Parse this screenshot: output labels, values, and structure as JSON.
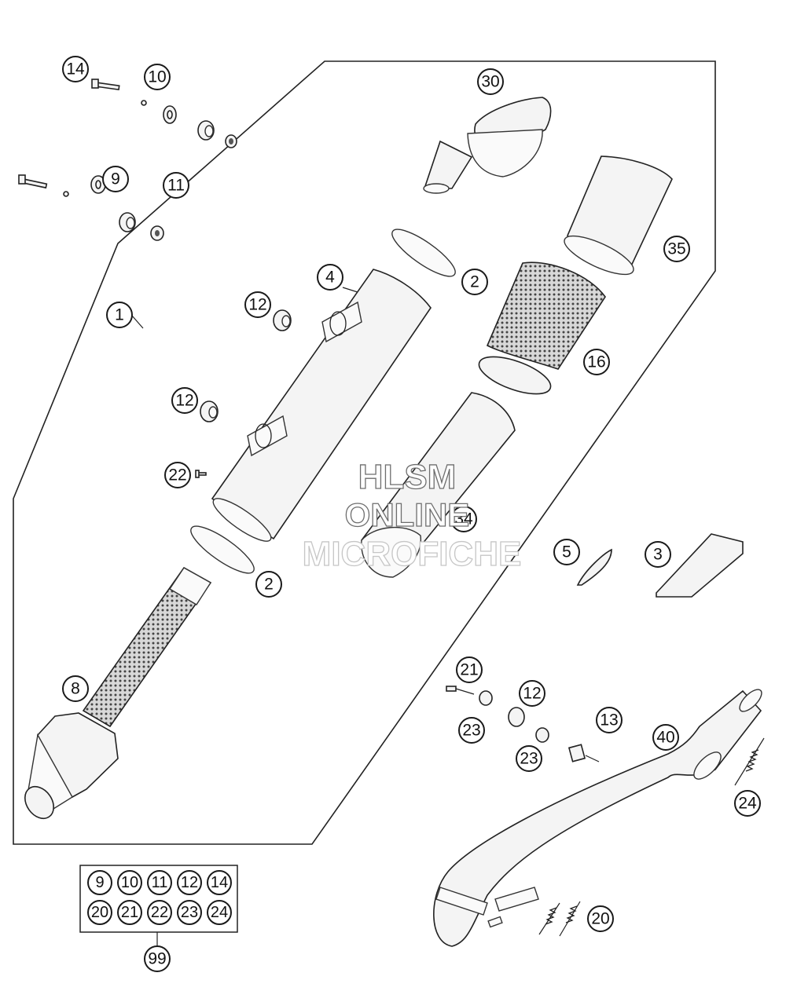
{
  "watermark": {
    "line1": "HLSM",
    "line2": "ONLINE",
    "line3": "MICROFICHE"
  },
  "callouts": [
    {
      "id": "c14",
      "label": "14"
    },
    {
      "id": "c10",
      "label": "10"
    },
    {
      "id": "c9",
      "label": "9"
    },
    {
      "id": "c11",
      "label": "11"
    },
    {
      "id": "c1",
      "label": "1"
    },
    {
      "id": "c12a",
      "label": "12"
    },
    {
      "id": "c4",
      "label": "4"
    },
    {
      "id": "c12b",
      "label": "12"
    },
    {
      "id": "c22",
      "label": "22"
    },
    {
      "id": "c2a",
      "label": "2"
    },
    {
      "id": "c8",
      "label": "8"
    },
    {
      "id": "c30",
      "label": "30"
    },
    {
      "id": "c2b",
      "label": "2"
    },
    {
      "id": "c35",
      "label": "35"
    },
    {
      "id": "c16",
      "label": "16"
    },
    {
      "id": "c34",
      "label": "34"
    },
    {
      "id": "c5",
      "label": "5"
    },
    {
      "id": "c3",
      "label": "3"
    },
    {
      "id": "c21",
      "label": "21"
    },
    {
      "id": "c12c",
      "label": "12"
    },
    {
      "id": "c13",
      "label": "13"
    },
    {
      "id": "c23a",
      "label": "23"
    },
    {
      "id": "c23b",
      "label": "23"
    },
    {
      "id": "c40",
      "label": "40"
    },
    {
      "id": "c24",
      "label": "24"
    },
    {
      "id": "c20",
      "label": "20"
    },
    {
      "id": "c99",
      "label": "99"
    }
  ],
  "kit": {
    "row1": [
      "9",
      "10",
      "11",
      "12",
      "14"
    ],
    "row2": [
      "20",
      "21",
      "22",
      "23",
      "24"
    ]
  }
}
